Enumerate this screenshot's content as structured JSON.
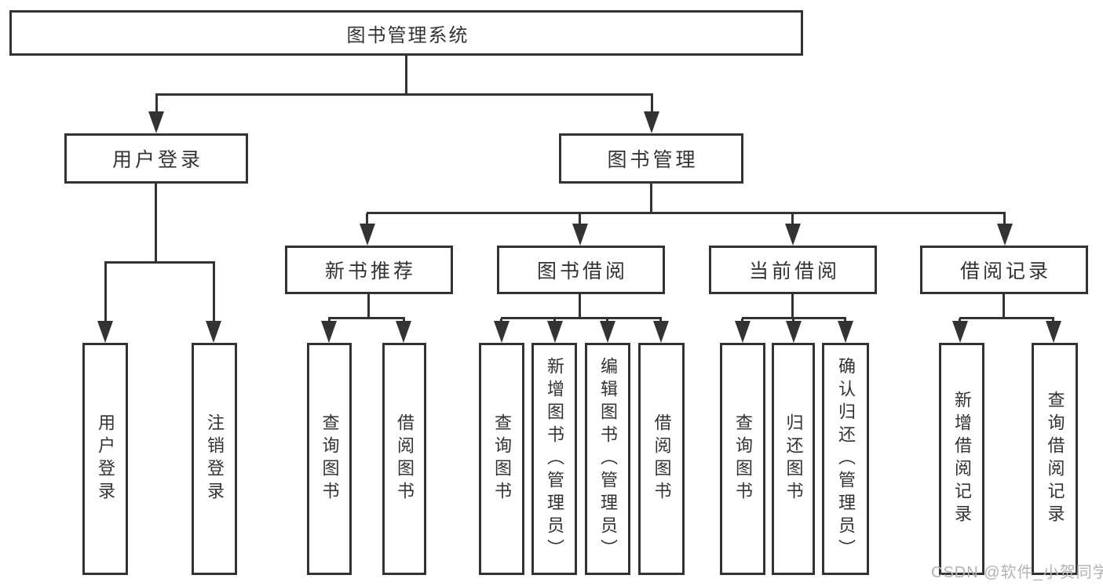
{
  "diagram": {
    "root": "图书管理系统",
    "level1": {
      "user_login": "用户登录",
      "book_management": "图书管理"
    },
    "level2": {
      "new_book_recommend": "新书推荐",
      "book_borrow": "图书借阅",
      "current_borrow": "当前借阅",
      "borrow_record": "借阅记录"
    },
    "leaves": {
      "user_login": "用户登录",
      "logout_login": "注销登录",
      "recommend_query_books": "查询图书",
      "recommend_borrow_books": "借阅图书",
      "borrow_query_books": "查询图书",
      "borrow_add_books": "新增图书（管理员）",
      "borrow_edit_books": "编辑图书（管理员）",
      "borrow_borrow_books": "借阅图书",
      "current_query_books": "查询图书",
      "current_return_books": "归还图书",
      "current_confirm_return": "确认归还（管理员）",
      "record_add_borrow": "新增借阅记录",
      "record_query_borrow": "查询借阅记录"
    }
  },
  "watermark": {
    "text": "CSDN @软件_小贺同学"
  },
  "colors": {
    "line": "#333333",
    "text": "#333333",
    "watermark": "#b3b3b3",
    "background": "#ffffff"
  }
}
